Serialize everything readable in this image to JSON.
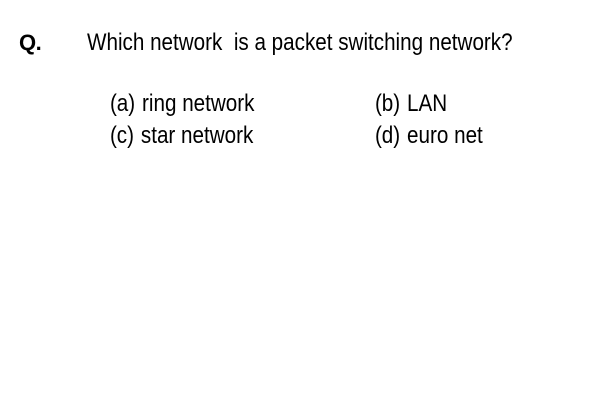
{
  "question": {
    "marker": "Q.",
    "text": "Which network  is a packet switching network?"
  },
  "options": [
    {
      "letter": "(a)",
      "text": "ring network"
    },
    {
      "letter": "(b)",
      "text": "LAN"
    },
    {
      "letter": "(c)",
      "text": "star network"
    },
    {
      "letter": "(d)",
      "text": "euro net"
    }
  ]
}
